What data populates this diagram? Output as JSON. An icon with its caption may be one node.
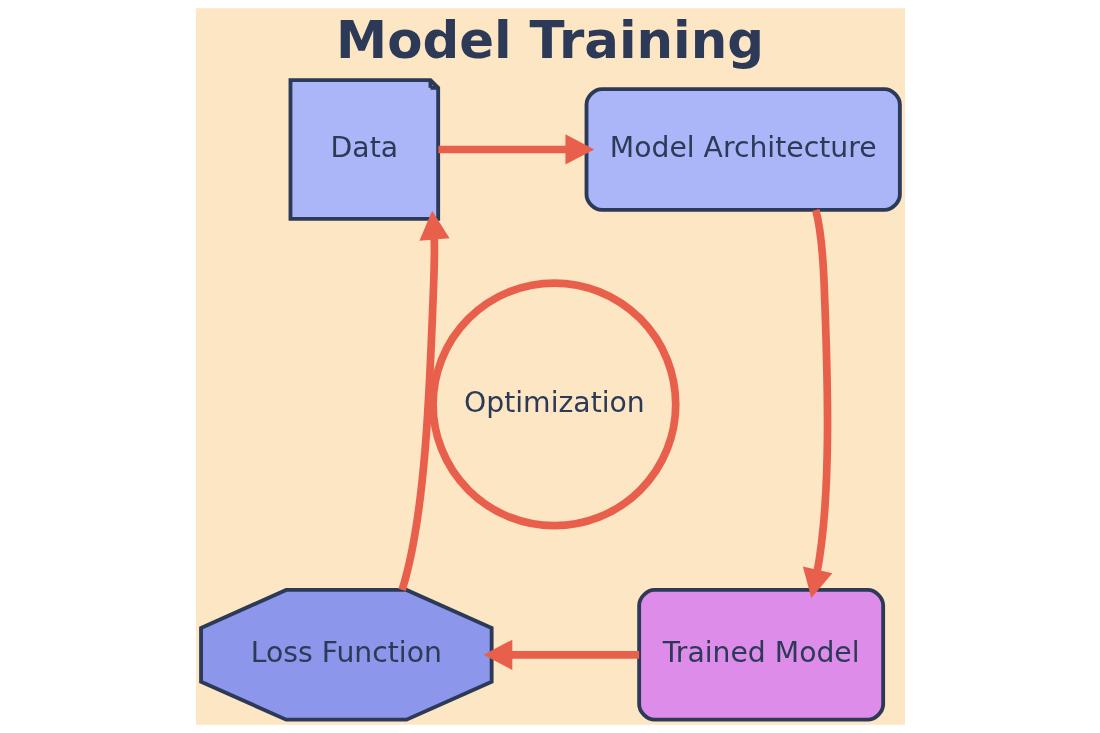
{
  "diagram": {
    "title": "Model Training",
    "nodes": [
      {
        "text": [
          "Data"
        ]
      },
      {
        "text": [
          "Model Architecture"
        ]
      },
      {
        "text": [
          "Trained Model"
        ]
      },
      {
        "text": [
          "Loss Function"
        ]
      },
      {
        "text": [
          "Optimization"
        ]
      }
    ],
    "edges": [
      {
        "from": 0,
        "to": 1,
        "arrow": "to"
      },
      {
        "from": 1,
        "to": 2,
        "arrow": "to"
      },
      {
        "from": 2,
        "to": 3,
        "arrow": "to"
      },
      {
        "from": 3,
        "to": 0,
        "arrow": "to"
      }
    ]
  }
}
